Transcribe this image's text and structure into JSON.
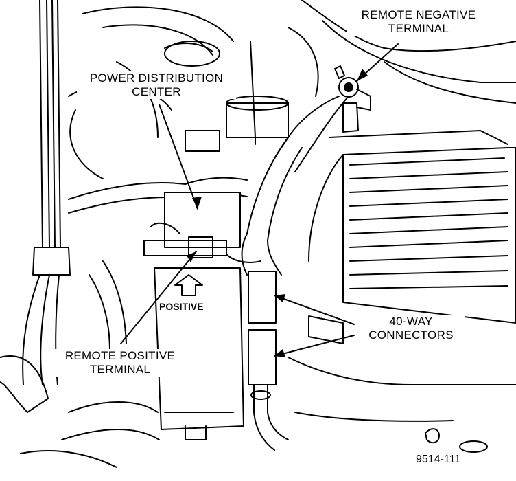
{
  "labels": {
    "remote_negative_terminal": [
      "REMOTE NEGATIVE",
      "TERMINAL"
    ],
    "power_distribution_center": [
      "POWER DISTRIBUTION",
      "CENTER"
    ],
    "remote_positive_terminal": [
      "REMOTE POSITIVE",
      "TERMINAL"
    ],
    "connectors": [
      "40-WAY",
      "CONNECTORS"
    ],
    "positive_marking": "POSITIVE"
  },
  "figure_id": "9514-111",
  "colors": {
    "ink": "#000000",
    "paper": "#ffffff"
  }
}
